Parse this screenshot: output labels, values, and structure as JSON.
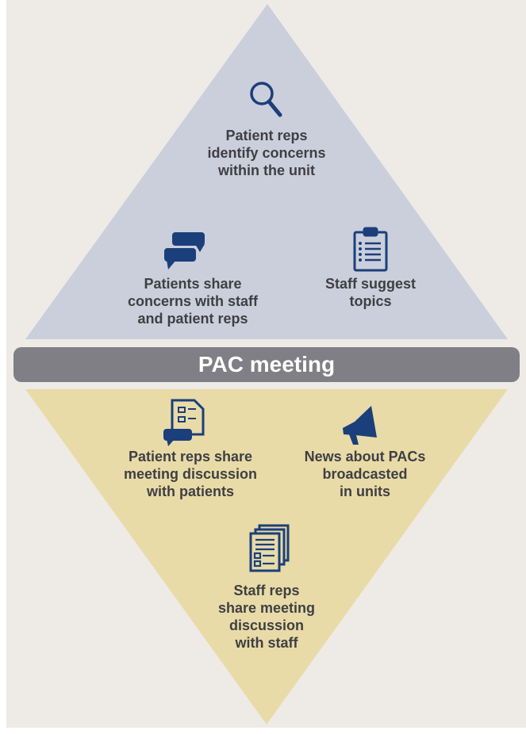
{
  "colors": {
    "background": "#eeebe6",
    "top_triangle": "#cbcfdc",
    "bottom_triangle": "#e8dba8",
    "bar": "#7f7f85",
    "icon": "#1b3f7a",
    "text": "#3f3f42"
  },
  "top": {
    "items": [
      {
        "icon": "magnifier-icon",
        "label": "Patient reps\nidentify concerns\nwithin the unit"
      },
      {
        "icon": "chat-bubbles-icon",
        "label": "Patients share\nconcerns with staff\nand patient reps"
      },
      {
        "icon": "clipboard-list-icon",
        "label": "Staff suggest\ntopics"
      }
    ]
  },
  "center": {
    "label": "PAC meeting"
  },
  "bottom": {
    "items": [
      {
        "icon": "document-chat-icon",
        "label": "Patient reps share\nmeeting discussion\nwith patients"
      },
      {
        "icon": "megaphone-icon",
        "label": "News about PACs\nbroadcasted\nin units"
      },
      {
        "icon": "document-stack-icon",
        "label": "Staff reps\nshare meeting\ndiscussion\nwith staff"
      }
    ]
  }
}
